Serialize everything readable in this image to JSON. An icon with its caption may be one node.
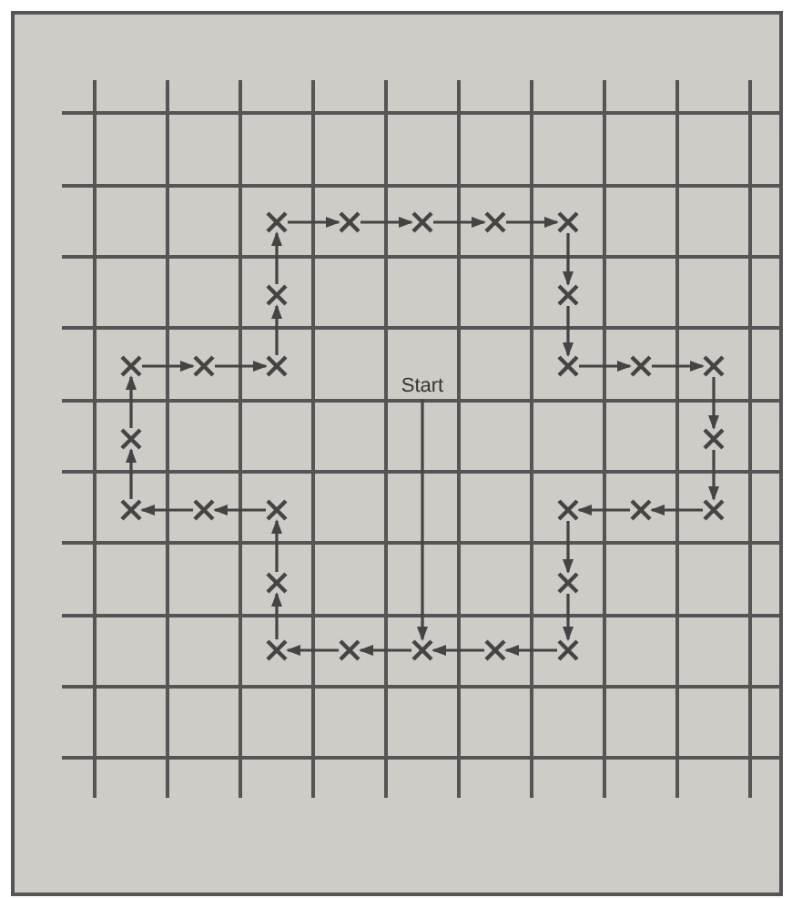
{
  "diagram": {
    "nodes": [
      {
        "text": [],
        "shape": "cross"
      },
      {
        "text": [],
        "shape": "cross"
      },
      {
        "text": [],
        "shape": "cross"
      },
      {
        "text": [],
        "shape": "cross"
      },
      {
        "text": [],
        "shape": "cross"
      },
      {
        "text": [],
        "shape": "cross"
      },
      {
        "text": [],
        "shape": "cross"
      },
      {
        "text": [],
        "shape": "cross"
      },
      {
        "text": [],
        "shape": "cross"
      },
      {
        "text": [],
        "shape": "cross"
      },
      {
        "text": [],
        "shape": "cross"
      },
      {
        "text": [],
        "shape": "cross"
      },
      {
        "text": [],
        "shape": "cross"
      },
      {
        "text": [
          "Start"
        ]
      },
      {
        "text": [],
        "shape": "cross"
      },
      {
        "text": [],
        "shape": "cross"
      },
      {
        "text": [],
        "shape": "cross"
      },
      {
        "text": [],
        "shape": "cross"
      },
      {
        "text": [],
        "shape": "cross"
      },
      {
        "text": [],
        "shape": "cross"
      },
      {
        "text": [],
        "shape": "cross"
      },
      {
        "text": [],
        "shape": "cross"
      },
      {
        "text": [],
        "shape": "cross"
      },
      {
        "text": [],
        "shape": "cross"
      },
      {
        "text": [],
        "shape": "cross"
      },
      {
        "text": [],
        "shape": "cross"
      },
      {
        "text": [],
        "shape": "cross"
      },
      {
        "text": [],
        "shape": "cross"
      },
      {
        "text": [],
        "shape": "cross"
      }
    ],
    "edges": [
      {
        "from": 13,
        "to": 26,
        "arrow": "to"
      },
      {
        "from": 26,
        "to": 25,
        "arrow": "to"
      },
      {
        "from": 25,
        "to": 24,
        "arrow": "to"
      },
      {
        "from": 24,
        "to": 22,
        "arrow": "to"
      },
      {
        "from": 22,
        "to": 18,
        "arrow": "to"
      },
      {
        "from": 18,
        "to": 17,
        "arrow": "to"
      },
      {
        "from": 17,
        "to": 16,
        "arrow": "to"
      },
      {
        "from": 16,
        "to": 14,
        "arrow": "to"
      },
      {
        "from": 14,
        "to": 7,
        "arrow": "to"
      },
      {
        "from": 7,
        "to": 8,
        "arrow": "to"
      },
      {
        "from": 8,
        "to": 9,
        "arrow": "to"
      },
      {
        "from": 9,
        "to": 5,
        "arrow": "to"
      },
      {
        "from": 5,
        "to": 0,
        "arrow": "to"
      },
      {
        "from": 0,
        "to": 1,
        "arrow": "to"
      },
      {
        "from": 1,
        "to": 2,
        "arrow": "to"
      },
      {
        "from": 2,
        "to": 3,
        "arrow": "to"
      },
      {
        "from": 3,
        "to": 4,
        "arrow": "to"
      },
      {
        "from": 4,
        "to": 6,
        "arrow": "to"
      },
      {
        "from": 6,
        "to": 10,
        "arrow": "to"
      },
      {
        "from": 10,
        "to": 11,
        "arrow": "to"
      },
      {
        "from": 11,
        "to": 12,
        "arrow": "to"
      },
      {
        "from": 12,
        "to": 15,
        "arrow": "to"
      },
      {
        "from": 15,
        "to": 21,
        "arrow": "to"
      },
      {
        "from": 21,
        "to": 20,
        "arrow": "to"
      },
      {
        "from": 20,
        "to": 19,
        "arrow": "to"
      },
      {
        "from": 19,
        "to": 23,
        "arrow": "to"
      },
      {
        "from": 23,
        "to": 28,
        "arrow": "to"
      },
      {
        "from": 28,
        "to": 27,
        "arrow": "to"
      },
      {
        "from": 27,
        "to": 26,
        "arrow": "to"
      }
    ]
  }
}
